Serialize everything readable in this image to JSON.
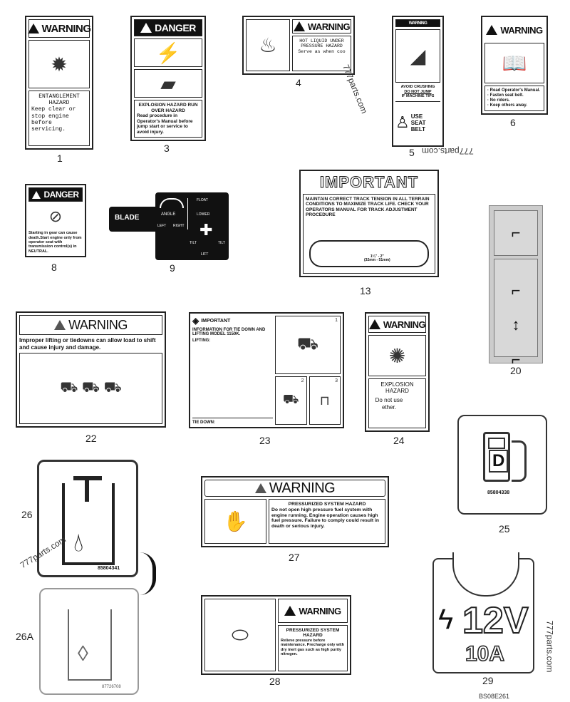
{
  "decals": {
    "d1": {
      "number": "1",
      "header": "WARNING",
      "title": "ENTANGLEMENT HAZARD",
      "body": "Keep clear or stop engine before servicing."
    },
    "d3": {
      "number": "3",
      "header": "DANGER",
      "title": "EXPLOSION HAZARD RUN OVER HAZARD",
      "body": "Read procedure in Operator's Manual before jump start or service to avoid injury."
    },
    "d4": {
      "number": "4",
      "header": "WARNING",
      "title": "HOT LIQUID UNDER PRESSURE HAZARD",
      "body": "Serve as when coo"
    },
    "d5": {
      "number": "5",
      "header": "WARNING",
      "title": "AVOID CRUSHING",
      "title2": "DO NOT JUMP",
      "title3": "IF MACHINE TIPS",
      "body": "USE SEAT BELT"
    },
    "d6": {
      "number": "6",
      "header": "WARNING",
      "items": [
        "· Read Operator's Manual.",
        "· Fasten seat belt.",
        "· No riders.",
        "· Keep others away."
      ]
    },
    "d8": {
      "number": "8",
      "header": "DANGER",
      "body": "Starting in gear can cause death.Start engine only from operator seat with transmission control(s) in NEUTRAL."
    },
    "d9": {
      "number": "9",
      "label": "BLADE",
      "angle": "ANGLE",
      "left": "LEFT",
      "right": "RIGHT",
      "float": "FLOAT",
      "lower": "LOWER",
      "lift": "LIFT",
      "tilt_l": "TILT",
      "tilt_r": "TILT"
    },
    "d13": {
      "number": "13",
      "header": "IMPORTANT",
      "body": "MAINTAIN CORRECT TRACK TENSION IN ALL TERRAIN CONDITIONS TO MAXIMIZE TRACK LIFE. CHECK YOUR OPERATORS MANUAL FOR TRACK ADJUSTMENT PROCEDURE",
      "measure": "1¼\" - 2\"",
      "measure2": "(32mm - 51mm)"
    },
    "d20": {
      "number": "20"
    },
    "d22": {
      "number": "22",
      "header": "WARNING",
      "body": "Improper lifting or tiedowns can allow load to shift and cause injury and damage."
    },
    "d23": {
      "number": "23",
      "header": "IMPORTANT",
      "title": "INFORMATION FOR TIE DOWN AND LIFTING MODEL 1150K.",
      "lifting": "LIFTING:",
      "tiedown": "TIE DOWN:",
      "fig1": "1",
      "fig2": "2",
      "fig3": "3"
    },
    "d24": {
      "number": "24",
      "header": "WARNING",
      "title": "EXPLOSION HAZARD",
      "body": "Do not use ether."
    },
    "d25": {
      "number": "25",
      "code": "85804338",
      "letter": "D"
    },
    "d26": {
      "number": "26",
      "code": "85804341"
    },
    "d26a": {
      "number": "26A",
      "code": "87726708"
    },
    "d27": {
      "number": "27",
      "header": "WARNING",
      "title": "PRESSURIZED SYSTEM HAZARD",
      "body": "Do not open high pressure fuel system with engine running. Engine operation causes high fuel pressure. Failure to comply could result in death or serious injury."
    },
    "d28": {
      "number": "28",
      "header": "WARNING",
      "title": "PRESSURIZED SYSTEM HAZARD",
      "body": "Relieve pressure before maintenance. Precharge only with dry inert gas such as high purity nitrogen."
    },
    "d29": {
      "number": "29",
      "voltage": "12V",
      "amps": "10A"
    }
  },
  "figure_code": "BS08E261",
  "watermark": "777parts.com"
}
